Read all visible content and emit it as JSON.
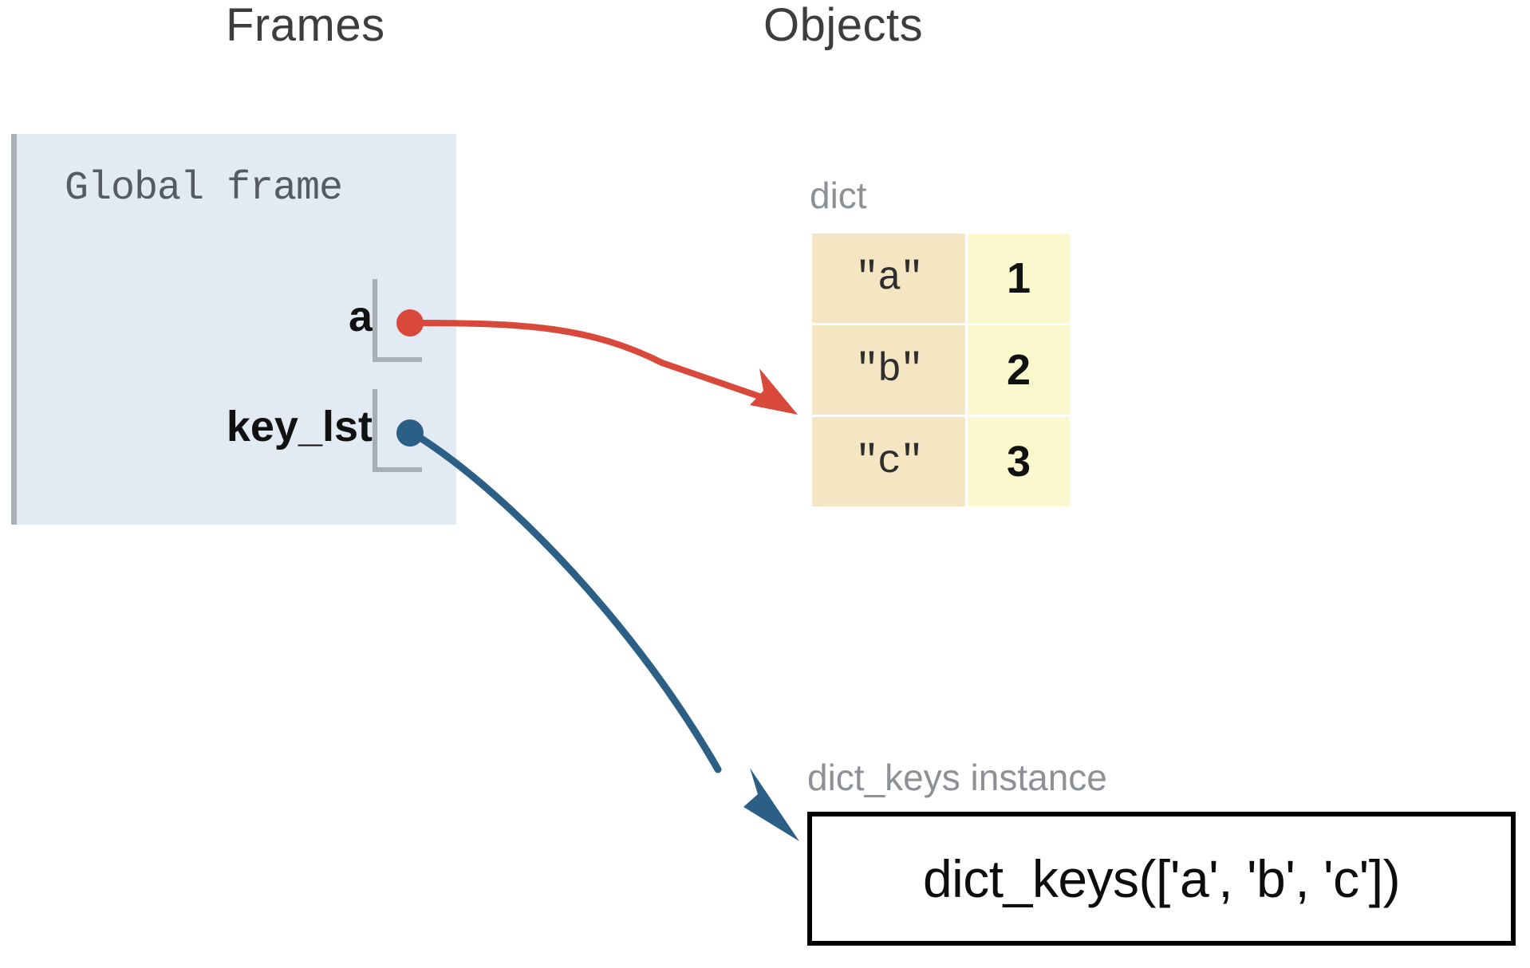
{
  "columns": {
    "frames_heading": "Frames",
    "objects_heading": "Objects"
  },
  "frame": {
    "title": "Global frame",
    "variables": [
      {
        "name": "a",
        "points_to": "dict",
        "connector_color": "#d9493b"
      },
      {
        "name": "key_lst",
        "points_to": "dict_keys",
        "connector_color": "#2b5f86"
      }
    ]
  },
  "objects": [
    {
      "type_label": "dict",
      "rows": [
        {
          "key": "\"a\"",
          "value": "1"
        },
        {
          "key": "\"b\"",
          "value": "2"
        },
        {
          "key": "\"c\"",
          "value": "3"
        }
      ]
    },
    {
      "type_label": "dict_keys instance",
      "value": "dict_keys(['a', 'b', 'c'])"
    }
  ],
  "colors": {
    "frame_background": "#e2eaf3",
    "frame_border": "#a8b0b6",
    "dict_key_cell": "#f5e6c3",
    "dict_value_cell": "#fbf8cd",
    "red_pointer": "#d9493b",
    "blue_pointer": "#2b5f86",
    "type_label_text": "#8d9196",
    "heading_text": "#3d3d3d"
  }
}
